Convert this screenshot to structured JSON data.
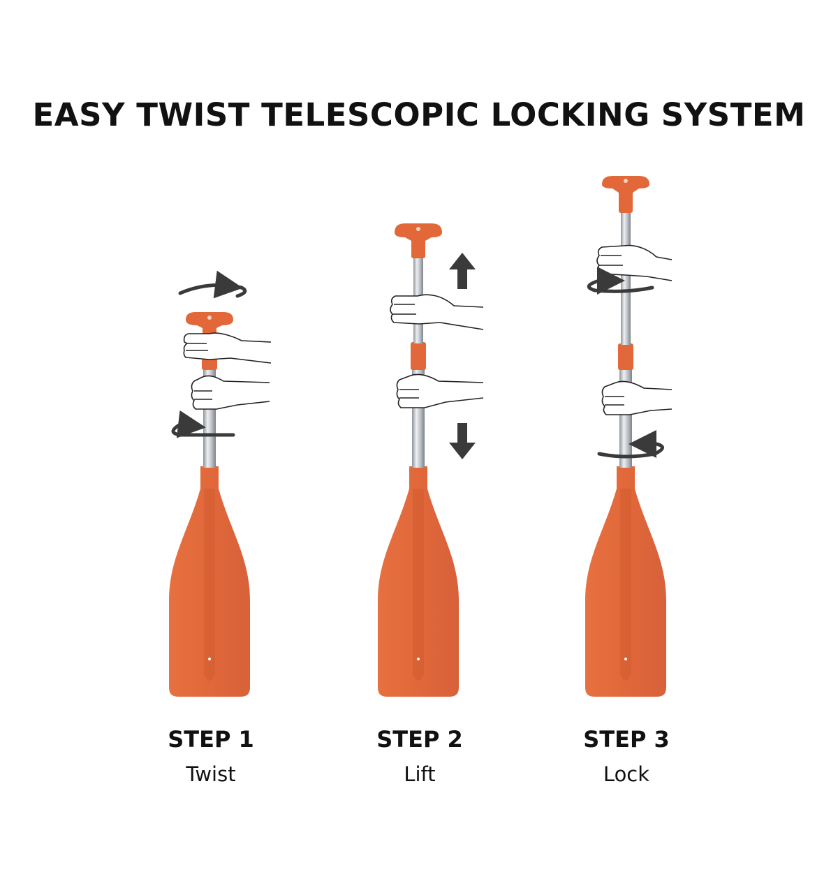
{
  "title": "EASY TWIST TELESCOPIC LOCKING SYSTEM",
  "colors": {
    "paddle": "#e2683a",
    "paddle_dark": "#c9542a",
    "shaft": "#b9bec4",
    "arrow": "#3a3a3a",
    "text": "#111111"
  },
  "steps": [
    {
      "number": "STEP 1",
      "action": "Twist",
      "icons": [
        "paddle-icon",
        "hand-icon",
        "hand-icon",
        "rotate-arrow-icon",
        "rotate-arrow-icon"
      ]
    },
    {
      "number": "STEP 2",
      "action": "Lift",
      "icons": [
        "paddle-icon",
        "hand-icon",
        "hand-icon",
        "up-arrow-icon",
        "down-arrow-icon"
      ]
    },
    {
      "number": "STEP 3",
      "action": "Lock",
      "icons": [
        "paddle-icon",
        "hand-icon",
        "hand-icon",
        "rotate-arrow-icon",
        "rotate-arrow-icon"
      ]
    }
  ]
}
